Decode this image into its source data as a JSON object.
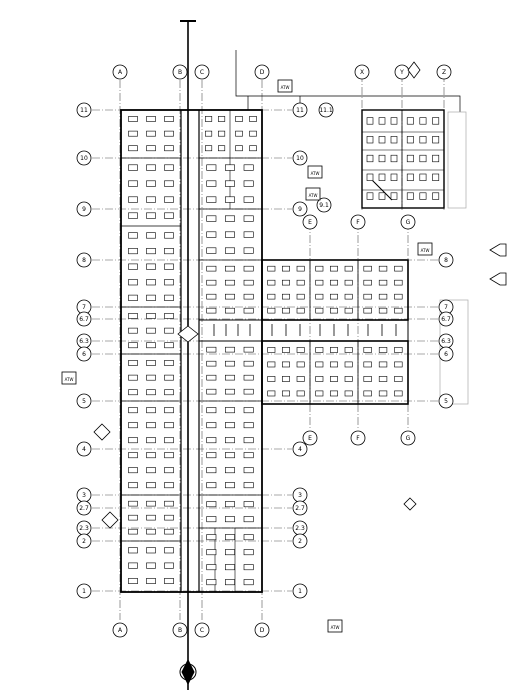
{
  "sheet": {
    "type": "architectural floor plan",
    "description_colors": {
      "ink": "#000000",
      "paper": "#ffffff",
      "grid": "#555555"
    }
  },
  "grid_labels": {
    "columns_top": [
      "A",
      "B",
      "C",
      "D",
      "X",
      "Y",
      "Z"
    ],
    "columns_bottom": [
      "A",
      "B",
      "C",
      "D"
    ],
    "columns_mid": [
      "E",
      "F",
      "G"
    ],
    "rows_left": [
      "11",
      "10",
      "9",
      "8",
      "7",
      "6.7",
      "6.3",
      "6",
      "5",
      "4",
      "3",
      "2.7",
      "2.3",
      "2",
      "1"
    ],
    "rows_right": [
      "11",
      "11.1",
      "10",
      "9",
      "9.1",
      "8",
      "7",
      "6.7",
      "6.3",
      "6",
      "5",
      "4",
      "3",
      "2.7",
      "2.3",
      "2",
      "1"
    ]
  },
  "elevation_tags": [
    "ATW",
    "ATW",
    "ATW",
    "ATW",
    "ATW",
    "ATW"
  ],
  "icons": [
    "grid-bubble-icon",
    "elevation-marker-icon",
    "north-arrow-icon",
    "section-marker-icon"
  ]
}
